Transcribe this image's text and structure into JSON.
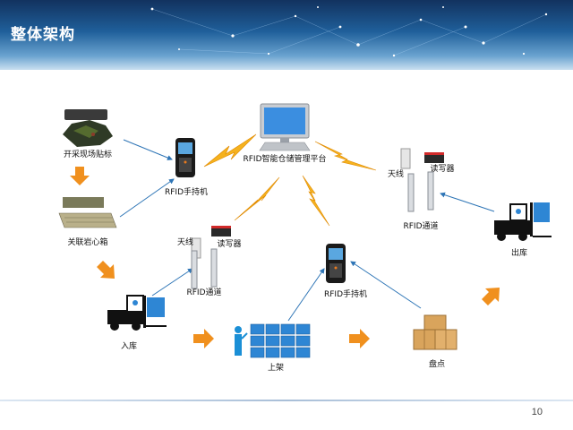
{
  "slide": {
    "title": "整体架构",
    "page_number": "10"
  },
  "nodes": {
    "collect_tag_label": "开采现场贴标",
    "core_box_label": "关联岩心箱",
    "handheld_top_label": "RFID手持机",
    "platform_label": "RFID智能仓储管理平台",
    "antenna_left_label": "天线",
    "reader_left_label": "读写器",
    "channel_left_label": "RFID通道",
    "warehouse_in_label": "入库",
    "shelving_label": "上架",
    "handheld_mid_label": "RFID手持机",
    "inventory_label": "盘点",
    "antenna_right_label": "天线",
    "reader_right_label": "读写器",
    "channel_right_label": "RFID通道",
    "warehouse_out_label": "出库"
  },
  "colors": {
    "flow_arrow": "#f0901e",
    "link_line": "#2e75b6",
    "lightning": "#f5b21e",
    "forklift_body": "#111111",
    "shelf_box": "#2e86d4",
    "person": "#1b8fd6"
  }
}
